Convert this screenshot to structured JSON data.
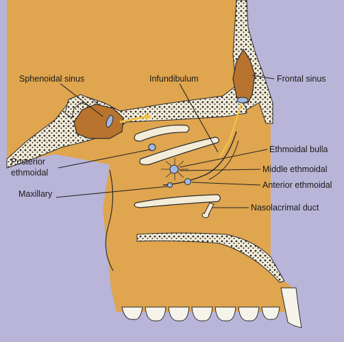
{
  "labels": {
    "sphenoidal_sinus": "Sphenoidal sinus",
    "infundibulum": "Infundibulum",
    "frontal_sinus": "Frontal sinus",
    "ethmoidal_bulla": "Ethmoidal bulla",
    "posterior_ethmoidal_line1": "Posterior",
    "posterior_ethmoidal_line2": "ethmoidal",
    "middle_ethmoidal": "Middle ethmoidal",
    "anterior_ethmoidal": "Anterior ethmoidal",
    "maxillary": "Maxillary",
    "nasolacrimal_duct": "Nasolacrimal duct"
  },
  "colors": {
    "background": "#b9b5d8",
    "tissue": "#dfa54f",
    "bone": "#f3ecd9",
    "bone_texture": "#2a2a2a",
    "sinus": "#b8742e",
    "opening": "#9fb8e6",
    "leader_line": "#222222",
    "drain_arrow": "#f0c248"
  }
}
